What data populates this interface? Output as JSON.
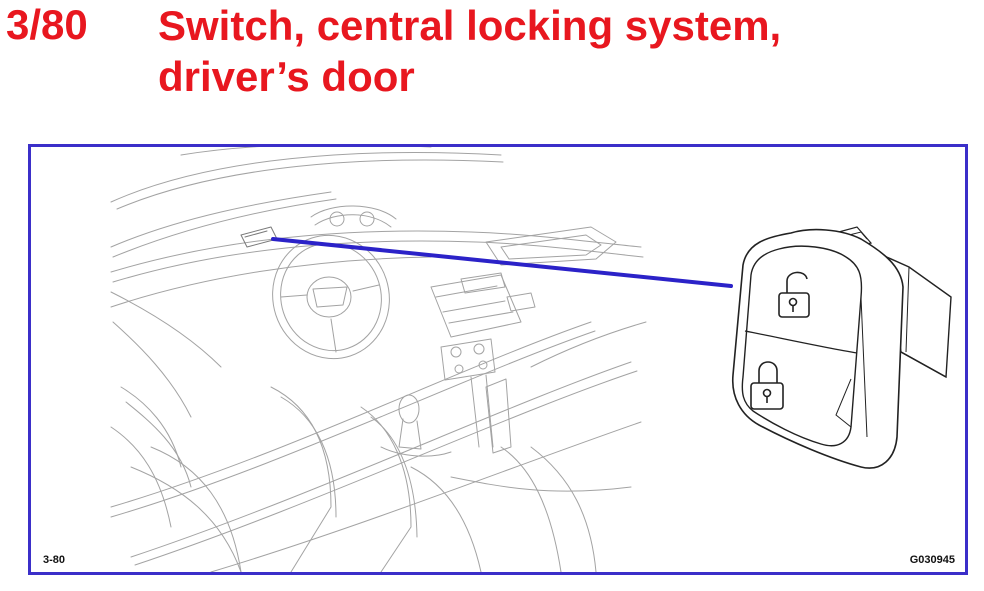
{
  "header": {
    "page_number": "3/80",
    "title_line1": "Switch, central locking system,",
    "title_line2": "driver’s door"
  },
  "figure": {
    "ref_left": "3-80",
    "ref_right": "G030945",
    "switch_icons": [
      "unlock-padlock-icon",
      "lock-padlock-icon"
    ]
  },
  "colors": {
    "title": "#e8171f",
    "frame": "#3b2fc9",
    "pointer_line": "#2b22c8",
    "drawing_lines": "#9a9a9a"
  }
}
